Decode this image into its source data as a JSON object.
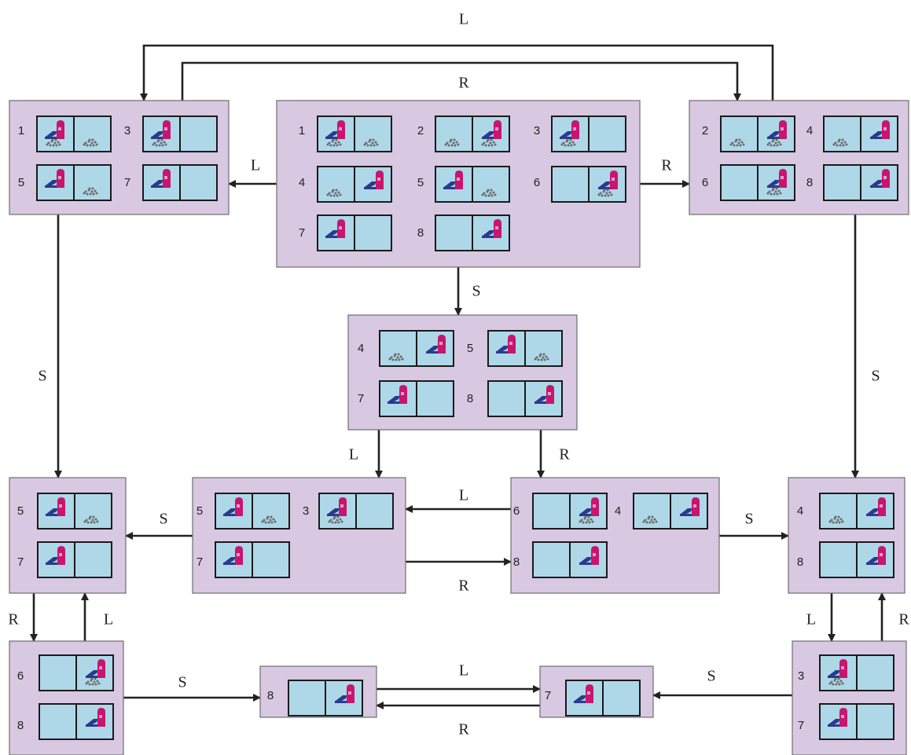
{
  "colors": {
    "box_fill": "#d9c8e2",
    "cell_fill": "#aed8e8",
    "line": "#222222",
    "vacuum": "#c8156e",
    "vacuum_base": "#2a3a8c",
    "dirt": "#6a6a6a"
  },
  "icons": [
    "vacuum-icon",
    "dirt-icon"
  ],
  "belief_states": [
    {
      "id": "initial",
      "states": [
        {
          "n": "1",
          "agent": "L",
          "dirtL": true,
          "dirtR": true
        },
        {
          "n": "2",
          "agent": "R",
          "dirtL": true,
          "dirtR": true
        },
        {
          "n": "3",
          "agent": "L",
          "dirtL": true,
          "dirtR": false
        },
        {
          "n": "4",
          "agent": "R",
          "dirtL": true,
          "dirtR": false
        },
        {
          "n": "5",
          "agent": "L",
          "dirtL": false,
          "dirtR": true
        },
        {
          "n": "6",
          "agent": "R",
          "dirtL": false,
          "dirtR": true
        },
        {
          "n": "7",
          "agent": "L",
          "dirtL": false,
          "dirtR": false
        },
        {
          "n": "8",
          "agent": "R",
          "dirtL": false,
          "dirtR": false
        }
      ]
    },
    {
      "id": "after-L",
      "states": [
        {
          "n": "1",
          "agent": "L",
          "dirtL": true,
          "dirtR": true
        },
        {
          "n": "3",
          "agent": "L",
          "dirtL": true,
          "dirtR": false
        },
        {
          "n": "5",
          "agent": "L",
          "dirtL": false,
          "dirtR": true
        },
        {
          "n": "7",
          "agent": "L",
          "dirtL": false,
          "dirtR": false
        }
      ]
    },
    {
      "id": "after-R",
      "states": [
        {
          "n": "2",
          "agent": "R",
          "dirtL": true,
          "dirtR": true
        },
        {
          "n": "4",
          "agent": "R",
          "dirtL": true,
          "dirtR": false
        },
        {
          "n": "6",
          "agent": "R",
          "dirtL": false,
          "dirtR": true
        },
        {
          "n": "8",
          "agent": "R",
          "dirtL": false,
          "dirtR": false
        }
      ]
    },
    {
      "id": "after-S",
      "states": [
        {
          "n": "4",
          "agent": "R",
          "dirtL": true,
          "dirtR": false
        },
        {
          "n": "5",
          "agent": "L",
          "dirtL": false,
          "dirtR": true
        },
        {
          "n": "7",
          "agent": "L",
          "dirtL": false,
          "dirtR": false
        },
        {
          "n": "8",
          "agent": "R",
          "dirtL": false,
          "dirtR": false
        }
      ]
    },
    {
      "id": "SL",
      "states": [
        {
          "n": "5",
          "agent": "L",
          "dirtL": false,
          "dirtR": true
        },
        {
          "n": "3",
          "agent": "L",
          "dirtL": true,
          "dirtR": false
        },
        {
          "n": "7",
          "agent": "L",
          "dirtL": false,
          "dirtR": false
        }
      ]
    },
    {
      "id": "SR",
      "states": [
        {
          "n": "6",
          "agent": "R",
          "dirtL": false,
          "dirtR": true
        },
        {
          "n": "4",
          "agent": "R",
          "dirtL": true,
          "dirtR": false
        },
        {
          "n": "8",
          "agent": "R",
          "dirtL": false,
          "dirtR": false
        }
      ]
    },
    {
      "id": "LS",
      "states": [
        {
          "n": "5",
          "agent": "L",
          "dirtL": false,
          "dirtR": true
        },
        {
          "n": "7",
          "agent": "L",
          "dirtL": false,
          "dirtR": false
        }
      ]
    },
    {
      "id": "RS",
      "states": [
        {
          "n": "4",
          "agent": "R",
          "dirtL": true,
          "dirtR": false
        },
        {
          "n": "8",
          "agent": "R",
          "dirtL": false,
          "dirtR": false
        }
      ]
    },
    {
      "id": "LSR",
      "states": [
        {
          "n": "6",
          "agent": "R",
          "dirtL": false,
          "dirtR": true
        },
        {
          "n": "8",
          "agent": "R",
          "dirtL": false,
          "dirtR": false
        }
      ]
    },
    {
      "id": "RSL",
      "states": [
        {
          "n": "3",
          "agent": "L",
          "dirtL": true,
          "dirtR": false
        },
        {
          "n": "7",
          "agent": "L",
          "dirtL": false,
          "dirtR": false
        }
      ]
    },
    {
      "id": "goal-8",
      "states": [
        {
          "n": "8",
          "agent": "R",
          "dirtL": false,
          "dirtR": false
        }
      ]
    },
    {
      "id": "goal-7",
      "states": [
        {
          "n": "7",
          "agent": "L",
          "dirtL": false,
          "dirtR": false
        }
      ]
    }
  ],
  "edges": [
    {
      "from": "initial",
      "to": "after-L",
      "label": "L"
    },
    {
      "from": "initial",
      "to": "after-R",
      "label": "R"
    },
    {
      "from": "initial",
      "to": "after-S",
      "label": "S"
    },
    {
      "from": "after-R",
      "to": "after-L",
      "label": "L"
    },
    {
      "from": "after-L",
      "to": "after-R",
      "label": "R"
    },
    {
      "from": "after-L",
      "to": "LS",
      "label": "S"
    },
    {
      "from": "after-R",
      "to": "RS",
      "label": "S"
    },
    {
      "from": "after-S",
      "to": "SL",
      "label": "L"
    },
    {
      "from": "after-S",
      "to": "SR",
      "label": "R"
    },
    {
      "from": "SR",
      "to": "SL",
      "label": "L"
    },
    {
      "from": "SL",
      "to": "SR",
      "label": "R"
    },
    {
      "from": "SL",
      "to": "LS",
      "label": "S"
    },
    {
      "from": "SR",
      "to": "RS",
      "label": "S"
    },
    {
      "from": "LS",
      "to": "LSR",
      "label": "R"
    },
    {
      "from": "LSR",
      "to": "LS",
      "label": "L"
    },
    {
      "from": "RS",
      "to": "RSL",
      "label": "L"
    },
    {
      "from": "RSL",
      "to": "RS",
      "label": "R"
    },
    {
      "from": "LSR",
      "to": "goal-8",
      "label": "S"
    },
    {
      "from": "RSL",
      "to": "goal-7",
      "label": "S"
    },
    {
      "from": "goal-8",
      "to": "goal-7",
      "label": "L"
    },
    {
      "from": "goal-7",
      "to": "goal-8",
      "label": "R"
    }
  ]
}
